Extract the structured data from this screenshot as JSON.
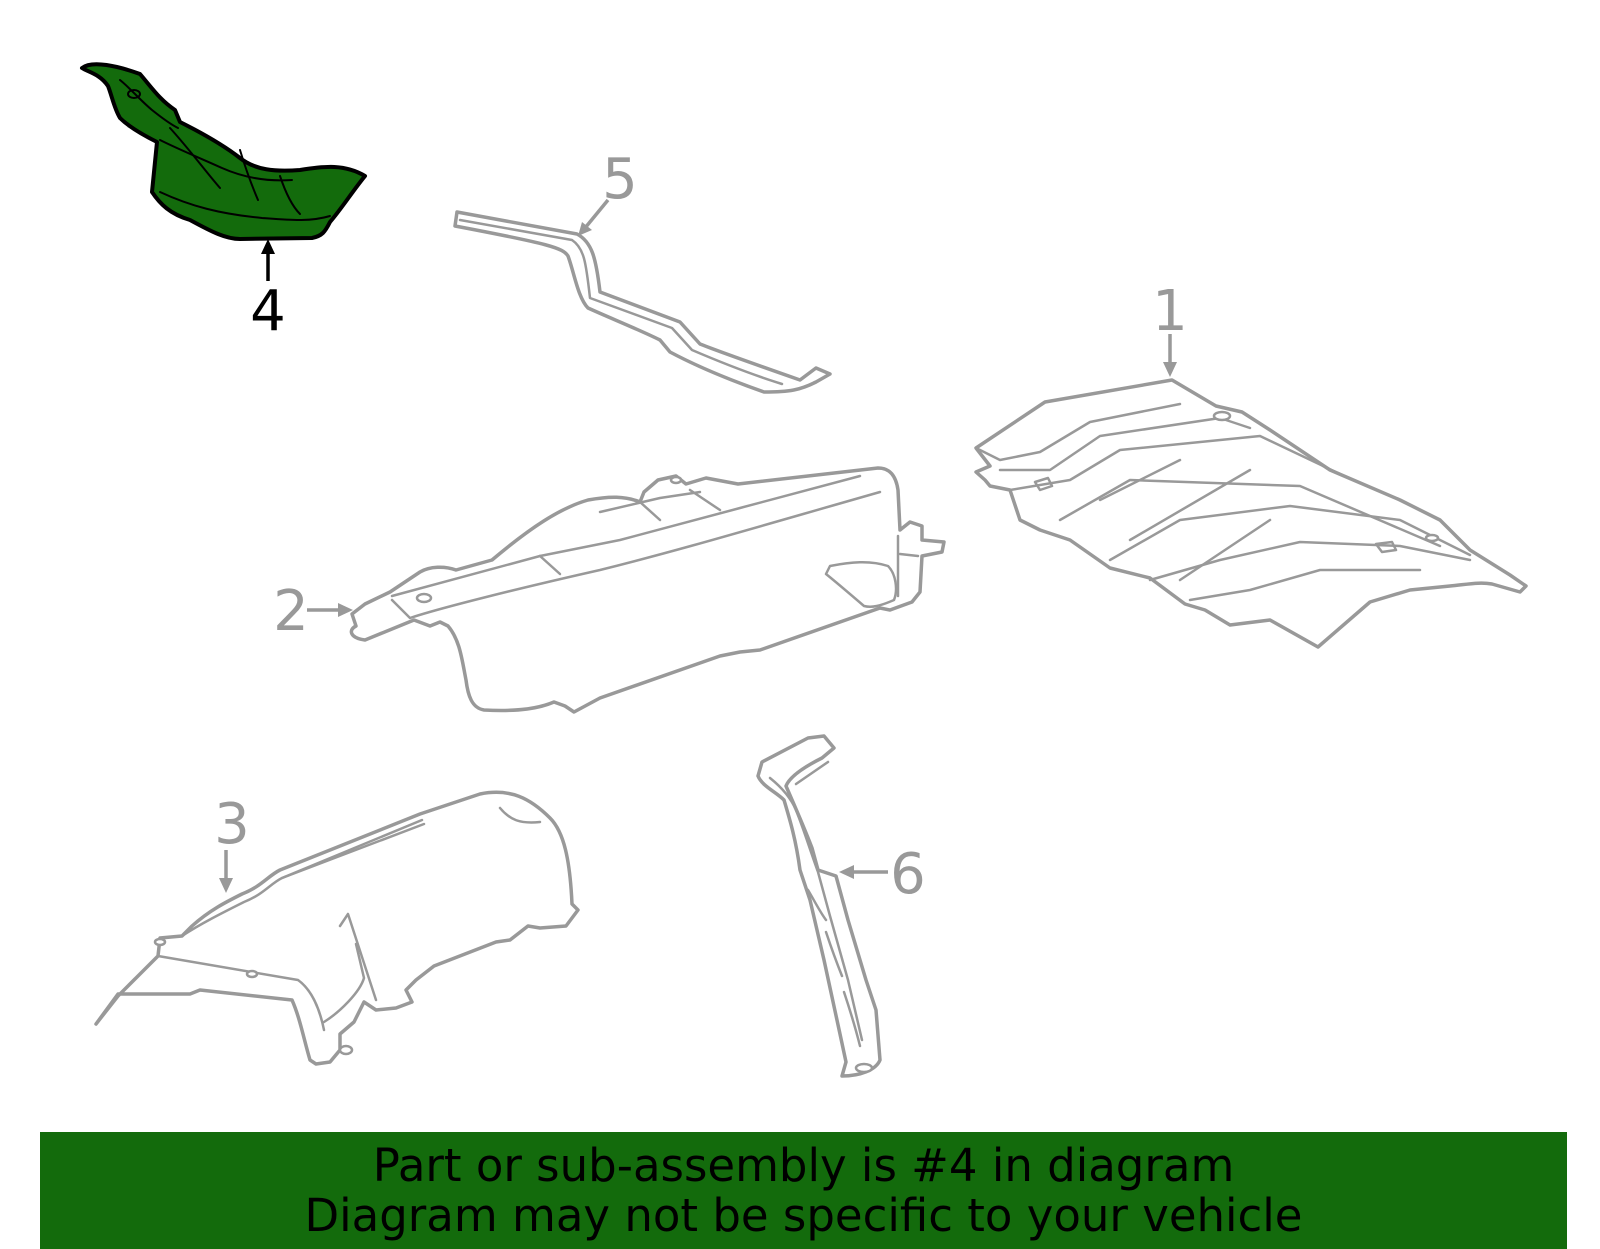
{
  "parts": [
    {
      "number": "1",
      "highlighted": false
    },
    {
      "number": "2",
      "highlighted": false
    },
    {
      "number": "3",
      "highlighted": false
    },
    {
      "number": "4",
      "highlighted": true
    },
    {
      "number": "5",
      "highlighted": false
    },
    {
      "number": "6",
      "highlighted": false
    }
  ],
  "banner": {
    "line1": "Part or sub-assembly is #4 in diagram",
    "line2": "Diagram may not be specific to your vehicle"
  },
  "colors": {
    "highlight": "#136b0c",
    "outline": "#999999",
    "highlight_outline": "#000000",
    "banner_bg": "#136b0c",
    "banner_text": "#000000"
  }
}
